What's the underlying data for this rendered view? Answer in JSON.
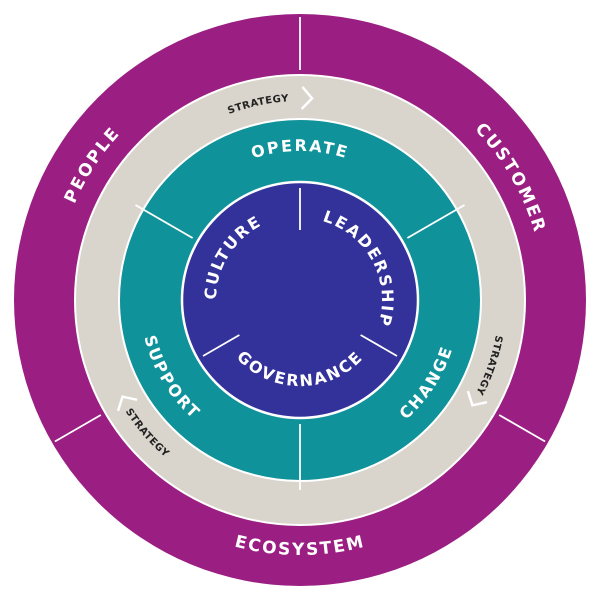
{
  "colors": {
    "outer_ring": "#9b1f82",
    "strategy_ring": "#d9d5cd",
    "middle_ring": "#10929a",
    "core": "#33319a",
    "divider": "#ffffff"
  },
  "outer_ring": {
    "labels": [
      "PEOPLE",
      "CUSTOMER",
      "ECOSYSTEM"
    ]
  },
  "strategy_ring": {
    "labels": [
      "STRATEGY",
      "STRATEGY",
      "STRATEGY"
    ],
    "arrow_icon": "chevron-right-icon"
  },
  "middle_ring": {
    "labels": [
      "OPERATE",
      "CHANGE",
      "SUPPORT"
    ]
  },
  "core": {
    "labels": [
      "CULTURE",
      "LEADERSHIP",
      "GOVERNANCE"
    ]
  }
}
